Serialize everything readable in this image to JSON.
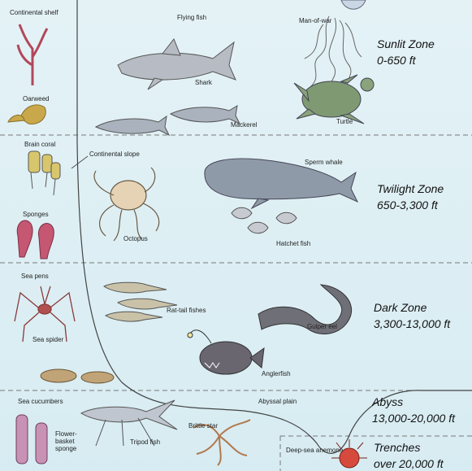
{
  "zones": [
    {
      "name": "Sunlit Zone",
      "depth": "0-650 ft"
    },
    {
      "name": "Twilight Zone",
      "depth": "650-3,300 ft"
    },
    {
      "name": "Dark Zone",
      "depth": "3,300-13,000 ft"
    },
    {
      "name": "Abyss",
      "depth": "13,000-20,000 ft"
    },
    {
      "name": "Trenches",
      "depth": "over 20,000 ft"
    }
  ],
  "labels": {
    "continental_shelf": "Continental shelf",
    "flying_fish": "Flying fish",
    "man_of_war": "Man-of-war",
    "shark": "Shark",
    "oarweed": "Oarweed",
    "mackerel": "Mackerel",
    "turtle": "Turtle",
    "brain_coral": "Brain coral",
    "continental_slope": "Continental slope",
    "sperm_whale": "Sperm whale",
    "sponges": "Sponges",
    "octopus": "Octopus",
    "hatchet_fish": "Hatchet fish",
    "sea_pens": "Sea pens",
    "rat_tail_fishes": "Rat-tail fishes",
    "sea_spider": "Sea spider",
    "gulper_eel": "Gulper eel",
    "anglerfish": "Anglerfish",
    "sea_cucumbers": "Sea cucumbers",
    "abyssal_plain": "Abyssal plain",
    "flower_basket_sponge": "Flower-basket sponge",
    "tripod_fish": "Tripod fish",
    "brittle_star": "Brittle star",
    "deep_sea_anemone": "Deep-sea anemone"
  }
}
